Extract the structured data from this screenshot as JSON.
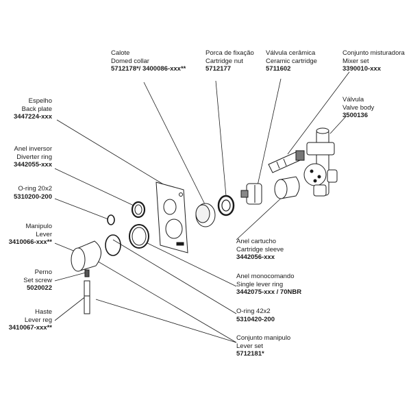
{
  "parts": {
    "calote": {
      "pt": "Calote",
      "en": "Domed collar",
      "code": "5712178*/ 3400086-xxx**"
    },
    "porca": {
      "pt": "Porca de fixação",
      "en": "Cartridge nut",
      "code": "5712177"
    },
    "valvula_ceram": {
      "pt": "Válvula cerâmica",
      "en": "Ceramic cartridge",
      "code": "5711602"
    },
    "conjunto_mist": {
      "pt": "Conjunto misturadora",
      "en": "Mixer set",
      "code": "3390010-xxx"
    },
    "valvula": {
      "pt": "Válvula",
      "en": "Valve body",
      "code": "3500136"
    },
    "espelho": {
      "pt": "Espelho",
      "en": "Back plate",
      "code": "3447224-xxx"
    },
    "anel_inversor": {
      "pt": "Anel inversor",
      "en": "Diverter ring",
      "code": "3442055-xxx"
    },
    "oring20": {
      "pt": "O-ring 20x2",
      "code": "5310200-200"
    },
    "manipulo": {
      "pt": "Manipulo",
      "en": "Lever",
      "code": "3410066-xxx**"
    },
    "perno": {
      "pt": "Perno",
      "en": "Set screw",
      "code": "5020022"
    },
    "haste": {
      "pt": "Haste",
      "en": "Lever reg",
      "code": "3410067-xxx**"
    },
    "anel_cartucho": {
      "pt": "Anel cartucho",
      "en": "Cartridge sleeve",
      "code": "3442056-xxx"
    },
    "anel_mono": {
      "pt": "Anel monocomando",
      "en": "Single lever ring",
      "code": "3442075-xxx / 70NBR"
    },
    "oring42": {
      "pt": "O-ring 42x2",
      "code": "5310420-200"
    },
    "conjunto_manip": {
      "pt": "Conjunto manipulo",
      "en": "Lever set",
      "code": "5712181*"
    }
  }
}
